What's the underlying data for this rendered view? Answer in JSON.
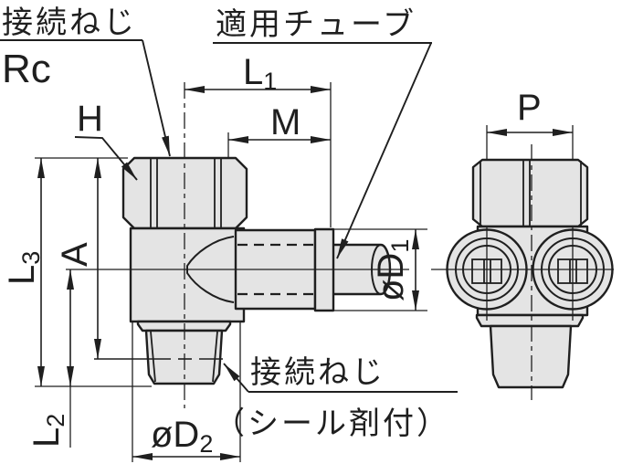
{
  "drawing": {
    "type": "technical-dimension-drawing",
    "labels": {
      "thread_top_title": "接続ねじ",
      "thread_top_spec": "Rc",
      "tube_title": "適用チューブ",
      "thread_bottom_title": "接続ねじ",
      "thread_bottom_note": "（シール剤付）"
    },
    "dimensions": {
      "h": "H",
      "m": "M",
      "a": "A",
      "p": "P",
      "l1": {
        "main": "L",
        "sub": "1"
      },
      "l2": {
        "main": "L",
        "sub": "2"
      },
      "l3": {
        "main": "L",
        "sub": "3"
      },
      "d1": {
        "main": "øD",
        "sub": "1"
      },
      "d2": {
        "main": "øD",
        "sub": "2"
      }
    },
    "colors": {
      "line": "#1f1f1f",
      "fill": "#e4e4e4",
      "background": "#ffffff"
    }
  }
}
